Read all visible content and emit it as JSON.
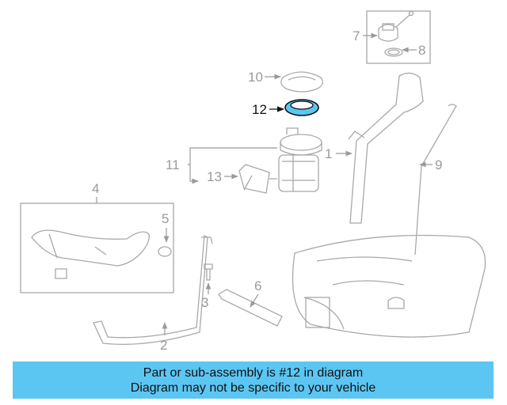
{
  "callouts": {
    "c1": "1",
    "c2": "2",
    "c3": "3",
    "c4": "4",
    "c5": "5",
    "c6": "6",
    "c7": "7",
    "c8": "8",
    "c9": "9",
    "c10": "10",
    "c11": "11",
    "c12": "12",
    "c13": "13"
  },
  "highlight": {
    "part_number": "12",
    "color": "#5cc6f3"
  },
  "banner": {
    "line1": "Part or sub-assembly is #12 in diagram",
    "line2": "Diagram may not be specific to your vehicle",
    "color": "#5cc6f3"
  }
}
